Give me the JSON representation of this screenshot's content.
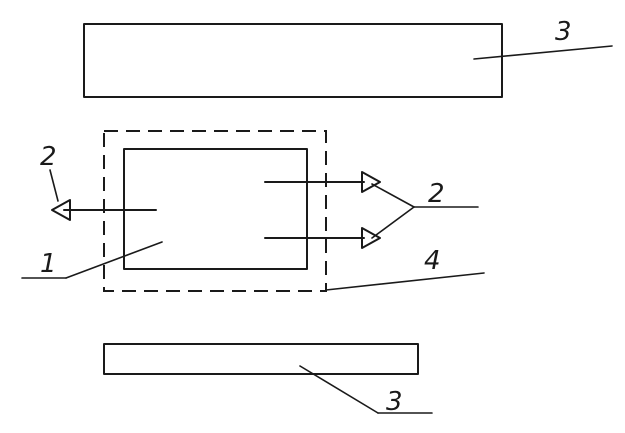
{
  "labels": {
    "top_plate": "3",
    "bottom_plate": "3",
    "core": "1",
    "left_arrow": "2",
    "right_arrows": "2",
    "dashed_frame": "4"
  },
  "colors": {
    "ink": "#1a1a1a",
    "background": "#ffffff"
  }
}
